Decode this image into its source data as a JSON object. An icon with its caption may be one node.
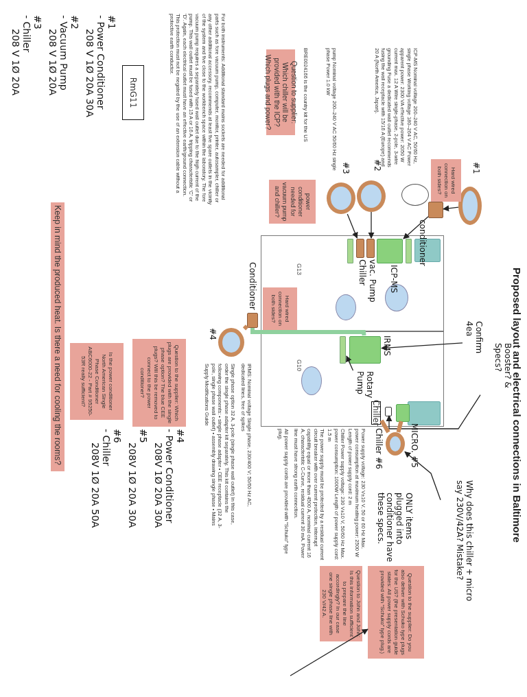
{
  "diagram": {
    "title": "Proposed layout and electrical connections in Baltimore",
    "nodes": [
      {
        "text": [
          "G13"
        ]
      },
      {
        "text": [
          "G10"
        ]
      },
      {
        "text": [],
        "shape": "box",
        "in": 0
      },
      {
        "text": [],
        "shape": "box",
        "in": 0,
        "beside": [
          "ICP-MS"
        ]
      },
      {
        "text": [],
        "shape": "bar",
        "in": 0
      },
      {
        "text": [],
        "shape": "box",
        "in": 0,
        "beside": [
          "vac. Pump"
        ]
      },
      {
        "text": [],
        "shape": "box",
        "in": 0,
        "beside": [
          "Chiller"
        ]
      },
      {
        "text": [],
        "shape": "bar",
        "in": 0
      },
      {
        "text": [],
        "shape": "circle",
        "in": 0
      },
      {
        "text": [],
        "shape": "circle",
        "in": 0
      },
      {
        "text": [
          "Hard wired connection on both sides?"
        ],
        "in": 0
      },
      {
        "text": [],
        "shape": "box",
        "in": 1,
        "beside": [
          "IRMS"
        ]
      },
      {
        "text": [],
        "shape": "bar",
        "in": 1
      },
      {
        "text": [],
        "shape": "circle",
        "in": 1
      },
      {
        "text": [],
        "shape": "box",
        "in": 1
      },
      {
        "text": [],
        "shape": "box",
        "in": 1,
        "beside": [
          "MICRO. #5"
        ]
      },
      {
        "text": [],
        "shape": "box",
        "in": 1
      },
      {
        "text": [
          "Chiller"
        ],
        "in": 1
      },
      {
        "text": [],
        "shape": "circle",
        "beside": [
          "#1"
        ]
      },
      {
        "text": [],
        "shape": "box",
        "beside": [
          "conditioner"
        ]
      },
      {
        "text": [],
        "shape": "circle",
        "beside": [
          "#2"
        ]
      },
      {
        "text": [],
        "shape": "circle",
        "beside": [
          "#3"
        ]
      },
      {
        "text": [],
        "shape": "circle"
      },
      {
        "text": [
          "Hard wired connection on both sides?"
        ]
      },
      {
        "text": [
          "power conditioner needed for vacuum pump and chiller?"
        ]
      },
      {
        "text": [
          "Question to supplier: Which chiller will be provided with the ICP? Which plugs and power?"
        ]
      },
      {
        "text": [],
        "shape": "circle",
        "beside": [
          "#4"
        ]
      },
      {
        "text": [],
        "shape": "box",
        "beside": [
          "Conditioner"
        ]
      },
      {
        "text": [],
        "shape": "circle",
        "beside": [
          "Chiller #6"
        ]
      },
      {
        "text": [
          "Booster? & Specs?"
        ]
      },
      {
        "text": [
          "Confirm 4ea"
        ]
      },
      {
        "text": [
          "Rotary Pump"
        ],
        "in": 1
      },
      {
        "text": [
          "Why does this chiller + micro say 230V/42A? Mistake?"
        ]
      },
      {
        "text": [
          "ONLY items plugged into conditioner have these specs."
        ]
      },
      {
        "text": [
          "Question to the supplier: Do you also deliver with Schuko type plugs for the US? (the presentation guide states: All power supply cords are provided with “Schuko” type plug.)"
        ]
      },
      {
        "text": [
          "Question to John and John: Is this information sufficient to prepare the line accordingly? In our case one single phase line with 230 V/42 A."
        ]
      },
      {
        "text": [
          "Question to the supplier: Which plugs are provided with the single phase option? The blue CEE plugs? Will this be removed to connect to the power conditioner?"
        ]
      },
      {
        "text": [
          "Is the power conditioner North American Single Phase Conditioner ABC6000-22 - Part # 95250-53R really sufficient?"
        ]
      },
      {
        "text": [
          "Keep in mind the produced heat. Is there a need for cooling the rooms?"
        ]
      },
      {
        "text": [
          "RmG11"
        ]
      }
    ],
    "edges": [
      {
        "from": 18,
        "to": 19,
        "arrow": "to"
      },
      {
        "from": 19,
        "to": 3,
        "arrow": "to"
      },
      {
        "from": 20,
        "to": 5,
        "arrow": "to"
      },
      {
        "from": 21,
        "to": 6,
        "arrow": "to"
      },
      {
        "from": 26,
        "to": 27,
        "arrow": "none",
        "style": "thick",
        "color": "#c98a5a"
      },
      {
        "from": 27,
        "to": 11,
        "arrow": "none",
        "style": "thick",
        "color": "#8fd19e"
      },
      {
        "from": 30,
        "to": 11,
        "arrow": "to"
      },
      {
        "from": 31,
        "to": 12,
        "arrow": "to"
      },
      {
        "from": 29,
        "to": 16,
        "arrow": "to"
      },
      {
        "from": 28,
        "to": 15,
        "arrow": "none",
        "style": "thick",
        "color": "#c98a5a"
      },
      {
        "from": 28,
        "to": 17,
        "arrow": "none",
        "style": "thick",
        "color": "#c98a5a"
      },
      {
        "from": 32,
        "to": 28,
        "arrow": "to"
      },
      {
        "from": null,
        "to": 34,
        "arrow": "to"
      }
    ],
    "labels": [
      "ICP-MS Nominal voltage 200–240 V AC, 50/60 Hz, single phase Working voltage 180–264 V AC Power apparent power: 2300 VA effective power: 2050 W current max. 12 A Wire single-phase, 2-pole, 3-wire grounding Fuse a dedicated wall outlet recommends fusing the wall receptacle with 15/16 A (Europe) and 20 A (North America, Japan).",
      "pump Nominal voltage 200–240 V AC 50/60 Hz single phase Power 1.0 kW",
      "BRE0024166 is the country kit for the US",
      "For both instruments: Additional standard mains sockets are needed for additional parts such as fore vacuum pump, computer, monitor, printer, autosampler, chiller or any other additional accessory. recommends at least five spare outlets in the vicinity of the system and five close to the workbench space within the laboratory. The fore vacuum pump requires a separately fused wall outlet due to the high current of the pump. This wall outlet must be fused with 15 A or 16 A, tripping characteristic ‘C’ or ‘D’. Again, each electrical outlet must have an effective earth/ground connection. This protection must not be negated by the use of an extension cable without a protective earth conductor.",
      "IRMS: Nominal voltage Single phase, 230/400 V; 50/60 Hz AC, dedicated lines, free of spikes",
      "Single phase option 32 A, 3-pole (single phase wall outlet) In this case, order the single phase adapter kit separately. This kit contains the following components: • single phase adapter • CEE receptacle (32 A, 3-pole, single phase wall outlet) • assembly drawing single phase • Mains Supply Modifications Guide",
      "Power supply voltage: 230 V±10 V, 50 or 60 Hz Max. power consumption at maximum heating power: 2500 W Length of power supply cord: 2 m",
      "Chiller Power supply voltage: 230 V±10 V, 50/60 Hz Max. power consumption: 1000W Length of power supply cord: 1.5 m",
      "The power supply must be protected by a residual current circuit breaker with over current protection, interrupt capability equal or more than 4500 A, nominal current 16 A, characteristic C-Curve, residual current 30 mA. Power line must have strong earth connection.",
      "All power supply cords are provided with “Schuko” type plug.",
      "#1",
      "- Power Conditioner",
      "208 V 1Ø 20A 30A",
      "#2",
      "- Vacuum Pump",
      "208 V 1Ø 20A",
      "#3",
      "- Chiller",
      "208 V 1Ø 20A",
      "#4",
      "- Power Conditioner",
      "208V 1Ø 20A 30A",
      "#5",
      "208V 1Ø 20A 30A",
      "#6",
      "- Chiller",
      "208V 1Ø 20A 50A"
    ]
  }
}
